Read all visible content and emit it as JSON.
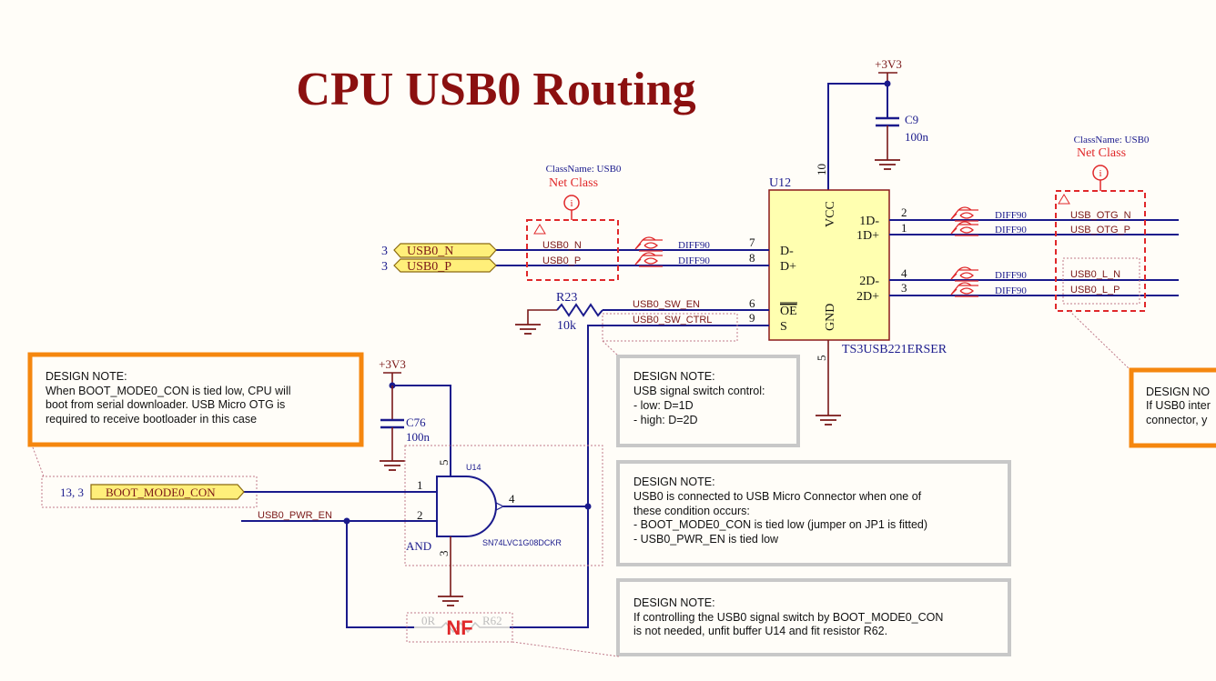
{
  "title": "CPU USB0 Routing",
  "power": {
    "top": "+3V3",
    "left": "+3V3"
  },
  "caps": {
    "c9": {
      "ref": "C9",
      "value": "100n"
    },
    "c76": {
      "ref": "C76",
      "value": "100n"
    }
  },
  "u12": {
    "ref": "U12",
    "part": "TS3USB221ERSER",
    "pins": {
      "vcc": "VCC",
      "gnd": "GND",
      "dm": "D-",
      "dp": "D+",
      "oe": "OE",
      "s": "S",
      "d1m": "1D-",
      "d1p": "1D+",
      "d2m": "2D-",
      "d2p": "2D+"
    },
    "pin_numbers": {
      "vcc": "10",
      "gnd": "5",
      "dm": "7",
      "dp": "8",
      "oe": "6",
      "s": "9",
      "d1m": "2",
      "d1p": "1",
      "d2m": "4",
      "d2p": "3"
    }
  },
  "u14": {
    "ref": "U14",
    "type": "AND",
    "part": "SN74LVC1G08DCKR",
    "pin_numbers": {
      "in1": "1",
      "in2": "2",
      "out": "4",
      "vcc": "5",
      "gnd": "3"
    }
  },
  "r23": {
    "ref": "R23",
    "value": "10k"
  },
  "r62": {
    "ref": "R62",
    "value": "0R",
    "status": "NF"
  },
  "ports": {
    "usb0_n": {
      "name": "USB0_N",
      "sheet": "3"
    },
    "usb0_p": {
      "name": "USB0_P",
      "sheet": "3"
    },
    "boot": {
      "name": "BOOT_MODE0_CON",
      "sheet": "13, 3"
    }
  },
  "nets": {
    "usb0_n": "USB0_N",
    "usb0_p": "USB0_P",
    "sw_en": "USB0_SW_EN",
    "sw_ctrl": "USB0_SW_CTRL",
    "otg_n": "USB_OTG_N",
    "otg_p": "USB_OTG_P",
    "l_n": "USB0_L_N",
    "l_p": "USB0_L_P",
    "pwr_en": "USB0_PWR_EN"
  },
  "diff_rule": "DIFF90",
  "net_class": {
    "label": "Net Class",
    "classname": "ClassName: USB0"
  },
  "notes": {
    "boot": [
      "DESIGN NOTE:",
      "When BOOT_MODE0_CON is tied low, CPU will",
      "boot from serial downloader. USB Micro OTG is",
      "required to receive bootloader in this case"
    ],
    "switch": [
      "DESIGN NOTE:",
      "USB signal switch control:",
      "- low: D=1D",
      "- high: D=2D"
    ],
    "connect": [
      "DESIGN NOTE:",
      "USB0 is connected to USB Micro Connector when one of",
      "these condition occurs:",
      "- BOOT_MODE0_CON is tied low (jumper on JP1 is fitted)",
      "- USB0_PWR_EN is tied low"
    ],
    "control": [
      "DESIGN NOTE:",
      "If controlling the USB0 signal switch by BOOT_MODE0_CON",
      "is not needed, unfit buffer U14 and fit resistor R62."
    ],
    "right": [
      "DESIGN NO",
      "If USB0 inter",
      "connector, y"
    ]
  },
  "colors": {
    "title": "#8b1010",
    "wire": "#1a1a8c",
    "netclass": "#e0282a",
    "note_border": "#c8c8c8",
    "note_orange": "#f5870f",
    "component_fill": "#ffffb0"
  }
}
